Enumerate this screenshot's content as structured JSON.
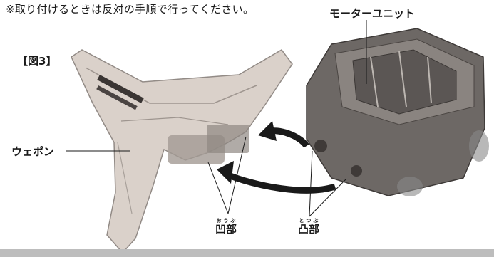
{
  "instruction": {
    "text": "※取り付けるときは反対の手順で行ってください。"
  },
  "figure_label": "【図3】",
  "labels": {
    "motor_unit": "モーターユニット",
    "weapon": "ウェポン",
    "concave": {
      "kanji": "凹部",
      "reading": "おうぶ"
    },
    "convex": {
      "kanji": "凸部",
      "reading": "とつぶ"
    }
  },
  "colors": {
    "arrow": "#1a1a1a",
    "weapon_fill": "#d9cfc8",
    "motor_fill": "#6d6865",
    "bottom_band": "#bdbdbd"
  }
}
